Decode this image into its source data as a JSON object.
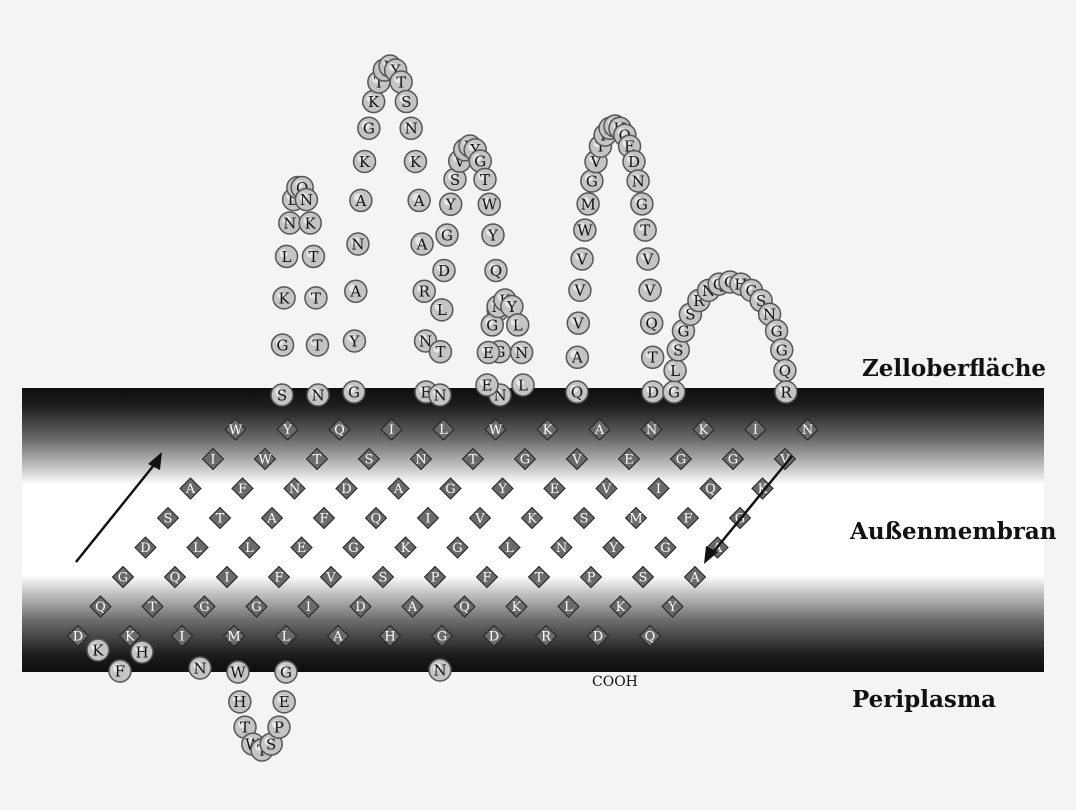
{
  "labels": {
    "surface": "Zelloberfläche",
    "membrane": "Außenmembran",
    "periplasm": "Periplasma",
    "cterm": "COOH"
  },
  "colors": {
    "band_dark": "#111111",
    "band_light": "#ffffff",
    "bead_fill": "#c4c4c4",
    "bead_stroke": "#555555",
    "diamond_fill": "#6a6a6a",
    "diamond_text": "#ffffff"
  },
  "loops": {
    "loop1": [
      "S",
      "G",
      "K",
      "L",
      "N",
      "D",
      "G",
      "Q",
      "N",
      "K",
      "T",
      "T",
      "T",
      "N"
    ],
    "loop2": [
      "G",
      "Y",
      "A",
      "N",
      "A",
      "K",
      "G",
      "K",
      "T",
      "I",
      "N",
      "Y",
      "T",
      "S",
      "N",
      "K",
      "A",
      "A",
      "R",
      "N",
      "E"
    ],
    "loop3": [
      "N",
      "T",
      "L",
      "D",
      "G",
      "Y",
      "S",
      "V",
      "G",
      "V",
      "Y",
      "G",
      "T",
      "W",
      "Y",
      "Q",
      "K",
      "G",
      "N"
    ],
    "loop4": [
      "E",
      "E",
      "G",
      "N",
      "K",
      "Y",
      "L",
      "N",
      "L"
    ],
    "loop5": [
      "Q",
      "A",
      "V",
      "V",
      "V",
      "W",
      "M",
      "G",
      "V",
      "T",
      "P",
      "D",
      "T",
      "H",
      "Q",
      "E",
      "D",
      "N",
      "G",
      "T",
      "V",
      "V",
      "Q",
      "T",
      "D"
    ],
    "loop6": [
      "G",
      "L",
      "S",
      "G",
      "S",
      "R",
      "N",
      "Q",
      "G",
      "H",
      "G",
      "S",
      "N",
      "G",
      "G",
      "Q",
      "R"
    ],
    "turn1": [
      "W",
      "H",
      "T",
      "W",
      "T",
      "S",
      "P",
      "E",
      "G"
    ],
    "turn_misc": [
      "F",
      "K",
      "H",
      "N",
      "N"
    ]
  },
  "strands": {
    "s1": [
      "D",
      "Q",
      "G",
      "D",
      "S",
      "A",
      "I",
      "W"
    ],
    "s2": [
      "K",
      "T",
      "Q",
      "L",
      "T",
      "F",
      "W",
      "Y"
    ],
    "s3": [
      "I",
      "G",
      "I",
      "L",
      "A",
      "N",
      "T",
      "Q"
    ],
    "s4": [
      "M",
      "G",
      "F",
      "E",
      "F",
      "D",
      "S",
      "I"
    ],
    "s5": [
      "L",
      "I",
      "V",
      "G",
      "Q",
      "A",
      "N",
      "L"
    ],
    "s6": [
      "A",
      "D",
      "S",
      "K",
      "I",
      "G",
      "T",
      "W"
    ],
    "s7": [
      "H",
      "A",
      "P",
      "G",
      "V",
      "Y",
      "G",
      "K"
    ],
    "s8": [
      "G",
      "Q",
      "F",
      "L",
      "K",
      "E",
      "V",
      "A"
    ],
    "s9": [
      "D",
      "K",
      "T",
      "N",
      "S",
      "V",
      "E",
      "N"
    ],
    "s10": [
      "R",
      "L",
      "P",
      "Y",
      "M",
      "I",
      "G",
      "K"
    ],
    "s11": [
      "D",
      "K",
      "S",
      "G",
      "F",
      "Q",
      "G",
      "I"
    ],
    "s12": [
      "Q",
      "Y",
      "A",
      "A",
      "G",
      "K",
      "V",
      "N"
    ]
  }
}
